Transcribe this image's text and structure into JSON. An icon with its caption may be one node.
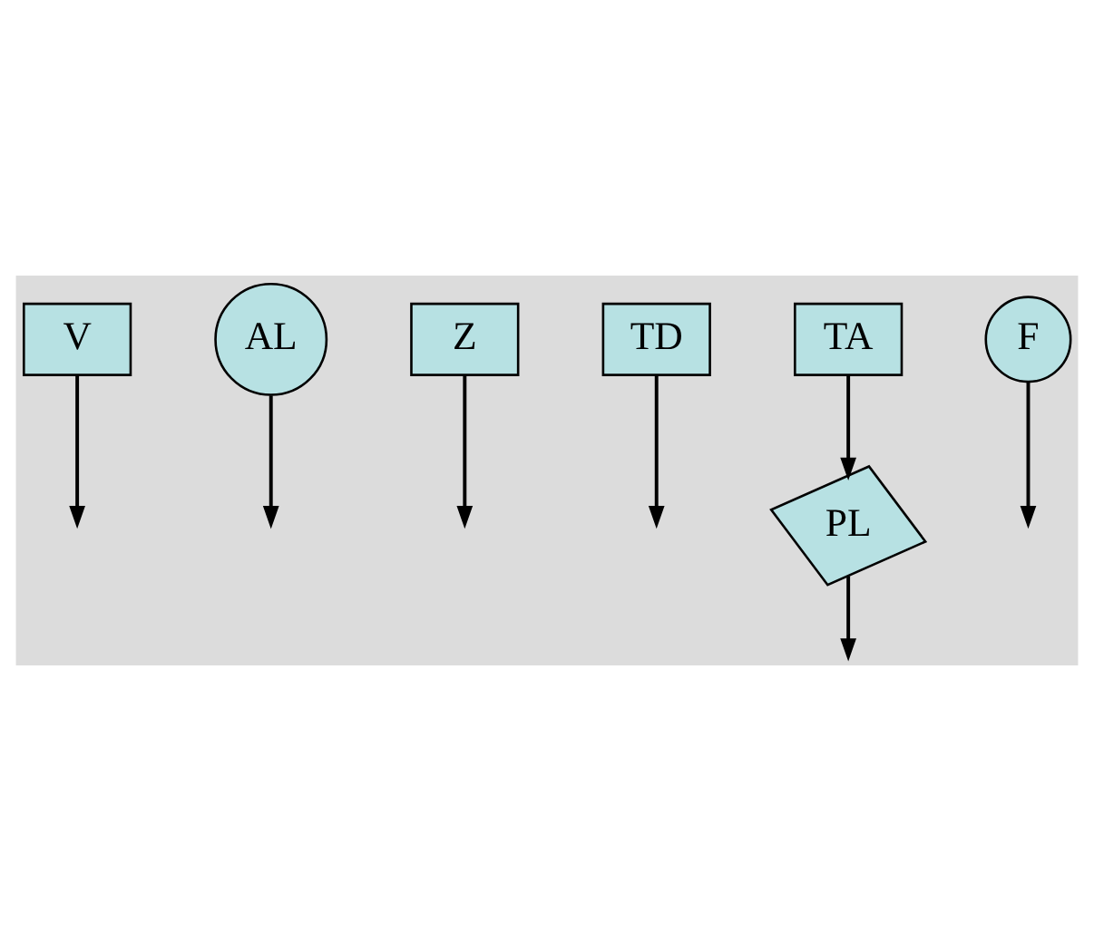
{
  "diagram": {
    "nodes": [
      {
        "text": [
          "V"
        ]
      },
      {
        "text": [
          "AL"
        ]
      },
      {
        "text": [
          "Z"
        ]
      },
      {
        "text": [
          "TD"
        ]
      },
      {
        "text": [
          "PL"
        ]
      },
      {
        "text": [
          "TA"
        ]
      },
      {
        "text": [
          "F"
        ]
      }
    ],
    "edges": [
      {
        "from": 0,
        "to": null,
        "arrow": "to"
      },
      {
        "from": 1,
        "to": null,
        "arrow": "to"
      },
      {
        "from": 2,
        "to": null,
        "arrow": "to"
      },
      {
        "from": 3,
        "to": null,
        "arrow": "to"
      },
      {
        "from": 4,
        "to": null,
        "arrow": "to"
      },
      {
        "from": 5,
        "to": 4,
        "arrow": "to"
      },
      {
        "from": 6,
        "to": null,
        "arrow": "to"
      }
    ]
  }
}
